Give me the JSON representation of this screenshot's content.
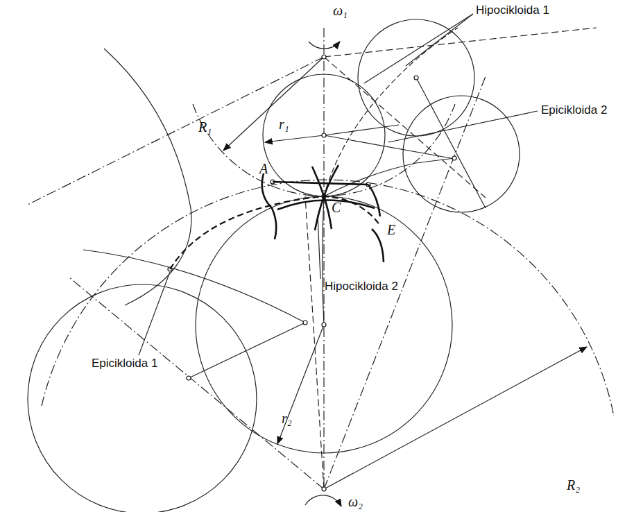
{
  "diagram": {
    "labels": [
      "ω₁",
      "Hipocikloida 1",
      "Epicikloida 2",
      "R₁",
      "r₁",
      "A",
      "C",
      "E",
      "Hipocikloida 2",
      "Epicikloida 1",
      "r₂",
      "R₂",
      "ω₂"
    ]
  }
}
